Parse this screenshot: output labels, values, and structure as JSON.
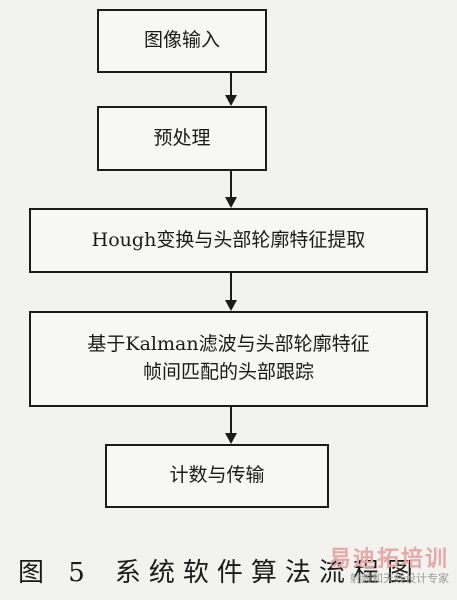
{
  "flowchart": {
    "steps": [
      {
        "lines": [
          "图像输入"
        ]
      },
      {
        "lines": [
          "预处理"
        ]
      },
      {
        "lines": [
          "Hough变换与头部轮廓特征提取"
        ]
      },
      {
        "lines": [
          "基于Kalman滤波与头部轮廓特征",
          "帧间匹配的头部跟踪"
        ]
      },
      {
        "lines": [
          "计数与传输"
        ]
      }
    ]
  },
  "caption": {
    "figure_number": "图 5",
    "title": "系统软件算法流程图"
  },
  "watermark": {
    "title": "易迪拓培训",
    "subtitle": "射频和天线设计专家"
  }
}
